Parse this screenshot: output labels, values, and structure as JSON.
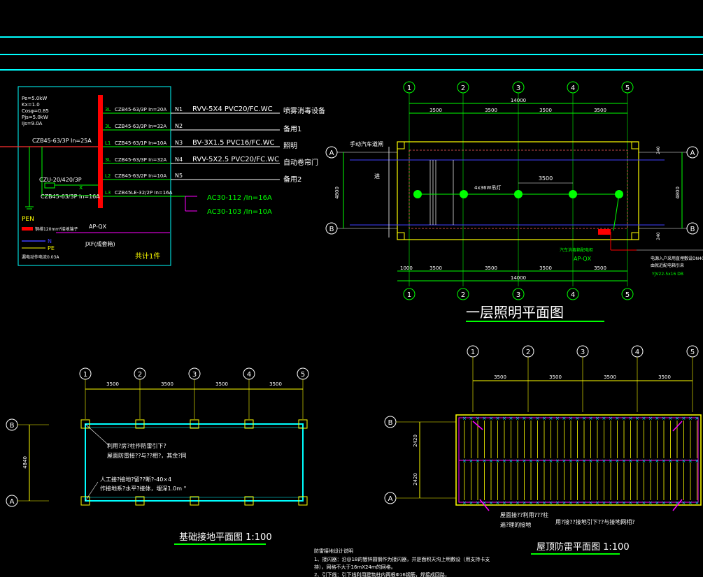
{
  "panel": {
    "params": [
      "Pe=5.0kW",
      "Kx=1.0",
      "Cosφ=0.85",
      "Pjs=5.0kW",
      "Ijs=9.0A"
    ],
    "main_breaker": "CZB45-63/3P In=25A",
    "surge": "CZU-20/420/3P",
    "breaker2": "CZB45-63/3P In=16A",
    "pen_label": "PEN",
    "legend1": "铜排120mm²接地端子",
    "legend_n": "N",
    "legend_pe": "PE",
    "legend_leak": "漏电动作电流0.03A",
    "box_name": "AP-QX",
    "box_sub": "JXF(成套箱)",
    "total": "共计1件"
  },
  "circuits": [
    {
      "phase": "3L",
      "breaker": "CZB45-63/3P In=20A",
      "no": "N1",
      "cable": "RVV-5X4 PVC20/FC.WC",
      "load": "喷雾消毒设备"
    },
    {
      "phase": "3L",
      "breaker": "CZB45-63/3P In=32A",
      "no": "N2",
      "cable": "",
      "load": "备用1"
    },
    {
      "phase": "L1",
      "breaker": "CZB45-63/1P In=10A",
      "no": "N3",
      "cable": "BV-3X1.5 PVC16/FC.WC",
      "load": "照明"
    },
    {
      "phase": "3L",
      "breaker": "CZB45-63/3P In=32A",
      "no": "N4",
      "cable": "RVV-5X2.5 PVC20/FC.WC",
      "load": "自动卷帘门"
    },
    {
      "phase": "L2",
      "breaker": "CZB45-63/2P In=10A",
      "no": "N5",
      "cable": "",
      "load": "备用2"
    },
    {
      "phase": "L3",
      "breaker": "CZB45LE-32/2P In=16A",
      "no": "",
      "cable": "",
      "load": ""
    }
  ],
  "ac_units": [
    "AC30-112 /In=16A",
    "AC30-103 /In=10A"
  ],
  "lighting_plan": {
    "title": "一层照明平面图",
    "axes": [
      "1",
      "2",
      "3",
      "4",
      "5"
    ],
    "rows": [
      "A",
      "B"
    ],
    "spans": [
      "3500",
      "3500",
      "3500",
      "3500"
    ],
    "total": "14000",
    "bottom_first": "1000",
    "height": "4800",
    "side_240": "240",
    "gate": "手动汽车道闸",
    "entry": "进",
    "fixture": "4x36W吊灯",
    "span_label": "3500",
    "ap_label": "AP-QX",
    "ap_note": "汽车消毒箱配电柜",
    "incoming": "电源入户采用直埋敷设DN40 PVC管",
    "incoming2": "由就近配电箱引来",
    "cable": "YJV22-5x16 DB"
  },
  "ground_plan": {
    "title": "基础接地平面图 1:100",
    "axes": [
      "1",
      "2",
      "3",
      "4",
      "5"
    ],
    "rows": [
      "B",
      "A"
    ],
    "spans": [
      "3500",
      "3500",
      "3500",
      "3500"
    ],
    "height": "4840",
    "note1a": "利用?房?柱作防雷引下?",
    "note1b": "屋面防雷接??与??相?，其余?同",
    "note2a": "人工接?接地?留??断?-40×4",
    "note2b": "作接地系?水平?接体，埋深1.0m °"
  },
  "roof_plan": {
    "title": "屋顶防雷平面图 1:100",
    "axes": [
      "1",
      "2",
      "3",
      "4",
      "5"
    ],
    "rows": [
      "B",
      "A"
    ],
    "spans": [
      "3500",
      "3500",
      "3500",
      "3500"
    ],
    "heights": [
      "2420",
      "2420"
    ],
    "note1": "屋面接??利用???柱",
    "note2": "遍?理的接地",
    "note3": "用?接??接地引下??与接地网相?"
  },
  "notes": {
    "title": "防雷接地设计说明",
    "line1": "1、接闪器：沿@18的镀锌圆钢作为接闪器，并是面积天沟上明敷设（用支持卡支",
    "line2": "持），网格不大于16mX24m的网格。",
    "line3": "2、引下线：引下线利用建筑柱内两根Φ16钢筋，焊接成回路，"
  }
}
